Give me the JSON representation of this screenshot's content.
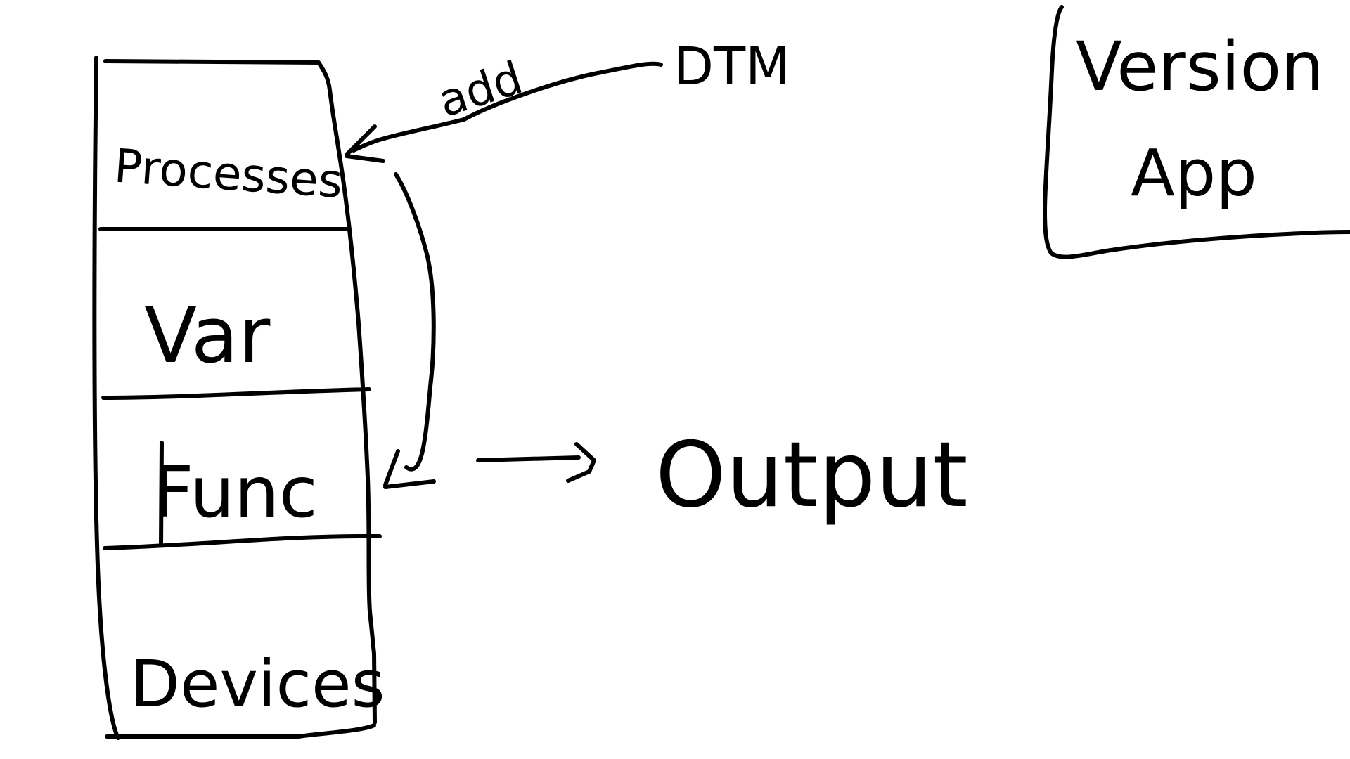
{
  "colors": {
    "background": "#ffffff",
    "ink": "#000000"
  },
  "stack": {
    "layers": [
      {
        "label": "Processes"
      },
      {
        "label": "Var"
      },
      {
        "label": "Func"
      },
      {
        "label": "Devices"
      }
    ]
  },
  "annotations": {
    "add_label": "add",
    "source_label": "DTM",
    "output_label": "Output"
  },
  "side_box": {
    "line1": "Version",
    "line2": "App"
  }
}
